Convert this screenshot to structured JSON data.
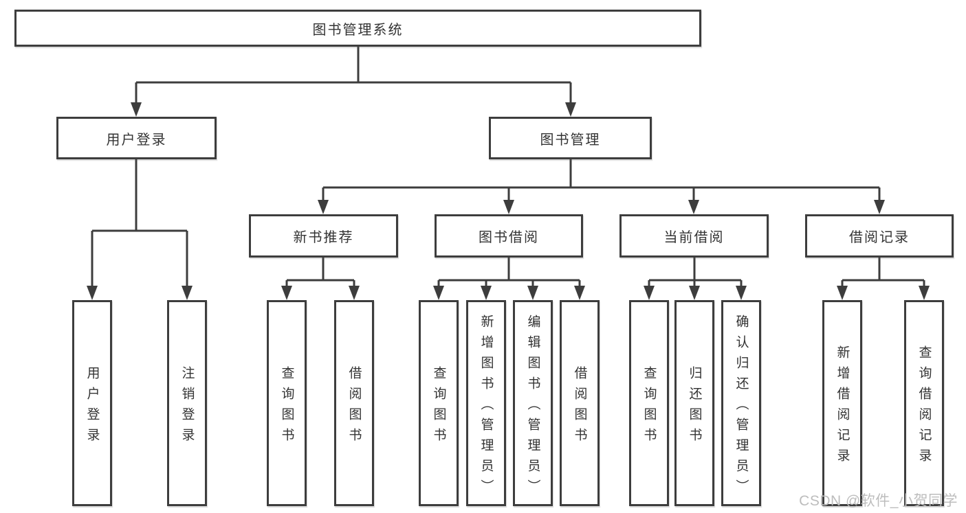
{
  "colors": {
    "line": "#3d3d3d",
    "box_border": "#3d3d3d",
    "box_fill": "#ffffff",
    "text": "#333333",
    "watermark": "#bdbdbd"
  },
  "tree": {
    "label": "图书管理系统",
    "children": [
      {
        "label": "用户登录",
        "children": [
          {
            "label": "用户登录"
          },
          {
            "label": "注销登录"
          }
        ]
      },
      {
        "label": "图书管理",
        "children": [
          {
            "label": "新书推荐",
            "children": [
              {
                "label": "查询图书"
              },
              {
                "label": "借阅图书"
              }
            ]
          },
          {
            "label": "图书借阅",
            "children": [
              {
                "label": "查询图书"
              },
              {
                "label": "新增图书（管理员）"
              },
              {
                "label": "编辑图书（管理员）"
              },
              {
                "label": "借阅图书"
              }
            ]
          },
          {
            "label": "当前借阅",
            "children": [
              {
                "label": "查询图书"
              },
              {
                "label": "归还图书"
              },
              {
                "label": "确认归还（管理员）"
              }
            ]
          },
          {
            "label": "借阅记录",
            "children": [
              {
                "label": "新增借阅记录"
              },
              {
                "label": "查询借阅记录"
              }
            ]
          }
        ]
      }
    ]
  },
  "watermark": {
    "text": "CSDN @软件_小贺同学"
  }
}
